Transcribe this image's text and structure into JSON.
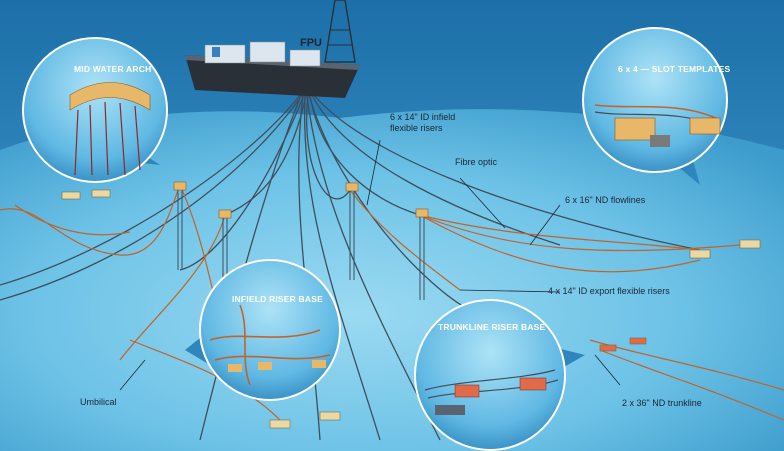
{
  "vessel": {
    "label": "FPU"
  },
  "callouts": {
    "mid_water_arch": "MID WATER ARCH",
    "slot_templates": "6 x 4 — SLOT TEMPLATES",
    "infield_riser_base": "INFIELD RISER BASE",
    "trunkline_riser_base": "TRUNKLINE RISER BASE"
  },
  "labels": {
    "infield_risers_line1": "6 x 14\" ID infield",
    "infield_risers_line2": "flexible risers",
    "fibre_optic": "Fibre optic",
    "flowlines": "6 x 16\" ND flowlines",
    "export_risers": "4 x 14\" ID export flexible risers",
    "umbilical": "Umbilical",
    "trunkline": "2 x 36\" ND trunkline"
  },
  "colors": {
    "sea_surface": "#2f8fc7",
    "seabed": "#6fc3e6",
    "riser": "#3f4e5c",
    "flowline": "#c0642e",
    "arch": "#e8b86a"
  }
}
